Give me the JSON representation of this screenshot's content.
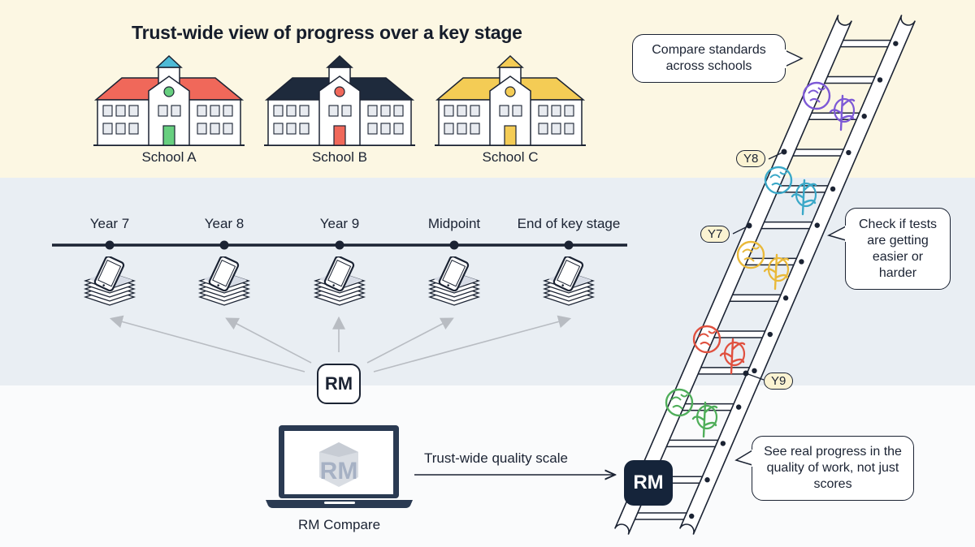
{
  "title": "Trust-wide view of progress over a key stage",
  "schools": [
    {
      "label": "School A",
      "roof_color": "#f0685a",
      "spire_color": "#4dbad6",
      "door_color": "#67cf7f",
      "clock_color": "#67cf7f"
    },
    {
      "label": "School B",
      "roof_color": "#1e2a3c",
      "spire_color": "#1e2a3c",
      "door_color": "#f0685a",
      "clock_color": "#f0685a"
    },
    {
      "label": "School C",
      "roof_color": "#f4cc55",
      "spire_color": "#f4cc55",
      "door_color": "#f4cc55",
      "clock_color": "#f4cc55"
    }
  ],
  "timeline": {
    "points": [
      "Year 7",
      "Year 8",
      "Year 9",
      "Midpoint",
      "End of key stage"
    ],
    "icon": "device-on-paper-stack-icon"
  },
  "rm_hub": {
    "label": "RM"
  },
  "laptop": {
    "label": "RM Compare",
    "screen_logo": "RM"
  },
  "scale_arrow": {
    "label": "Trust-wide quality scale"
  },
  "rm_ladder_badge": {
    "label": "RM"
  },
  "callouts": [
    {
      "id": "compare",
      "text": "Compare standards across schools"
    },
    {
      "id": "check",
      "text": "Check if tests are getting easier or harder"
    },
    {
      "id": "progress",
      "text": "See real progress in the quality of work, not just scores"
    }
  ],
  "ladder_tags": [
    {
      "label": "Y8"
    },
    {
      "label": "Y7"
    },
    {
      "label": "Y9"
    }
  ],
  "work_samples": [
    {
      "color": "#7d59d6"
    },
    {
      "color": "#3aa8c8"
    },
    {
      "color": "#e9b93a"
    },
    {
      "color": "#e0503f"
    },
    {
      "color": "#4fae5a"
    }
  ],
  "colors": {
    "ink": "#1b2333",
    "top_band": "#fcf7e3",
    "mid_band": "#e9eef3",
    "arrow_gray": "#b8bcc2",
    "rm_dark": "#15243a"
  }
}
